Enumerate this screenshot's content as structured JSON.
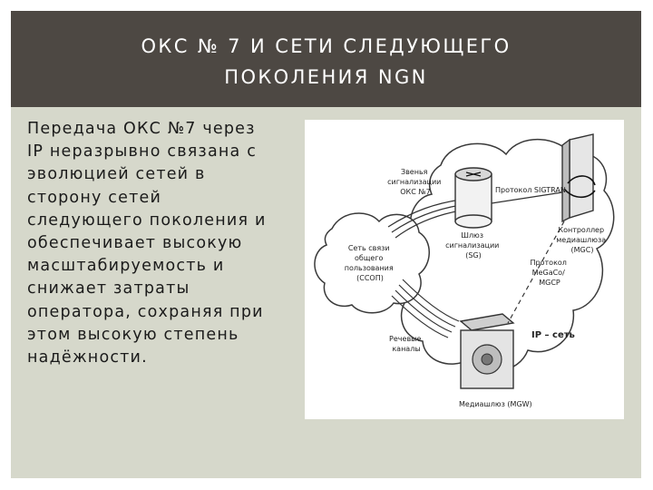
{
  "slide": {
    "title_lines": [
      "ОКС № 7 И СЕТИ СЛЕДУЮЩЕГО",
      "ПОКОЛЕНИЯ NGN"
    ],
    "body_lines": [
      "Передача ОКС №7 через",
      "IP неразрывно связана с",
      "эволюцией сетей в",
      "сторону сетей",
      "следующего поколения и",
      "обеспечивает высокую",
      "масштабируемость и",
      "снижает затраты",
      "оператора, сохраняя при",
      "этом высокую степень",
      "надёжности."
    ]
  },
  "diagram": {
    "labels": {
      "oks_link": [
        "Звенья",
        "сигнализации",
        "ОКС №7"
      ],
      "sigtran": "Протокол SIGTRAN",
      "sg": [
        "Шлюз",
        "сигнализации",
        "(SG)"
      ],
      "mgc": [
        "Контроллер",
        "медиашлюза",
        "(MGC)"
      ],
      "pstn": [
        "Сеть связи",
        "общего",
        "пользования",
        "(ССОП)"
      ],
      "megaco": [
        "Протокол",
        "MeGaCo/",
        "MGCP"
      ],
      "ip_net": "IP – сеть",
      "voice": [
        "Речевые",
        "каналы"
      ],
      "mgw": "Медиашлюз (MGW)"
    }
  }
}
